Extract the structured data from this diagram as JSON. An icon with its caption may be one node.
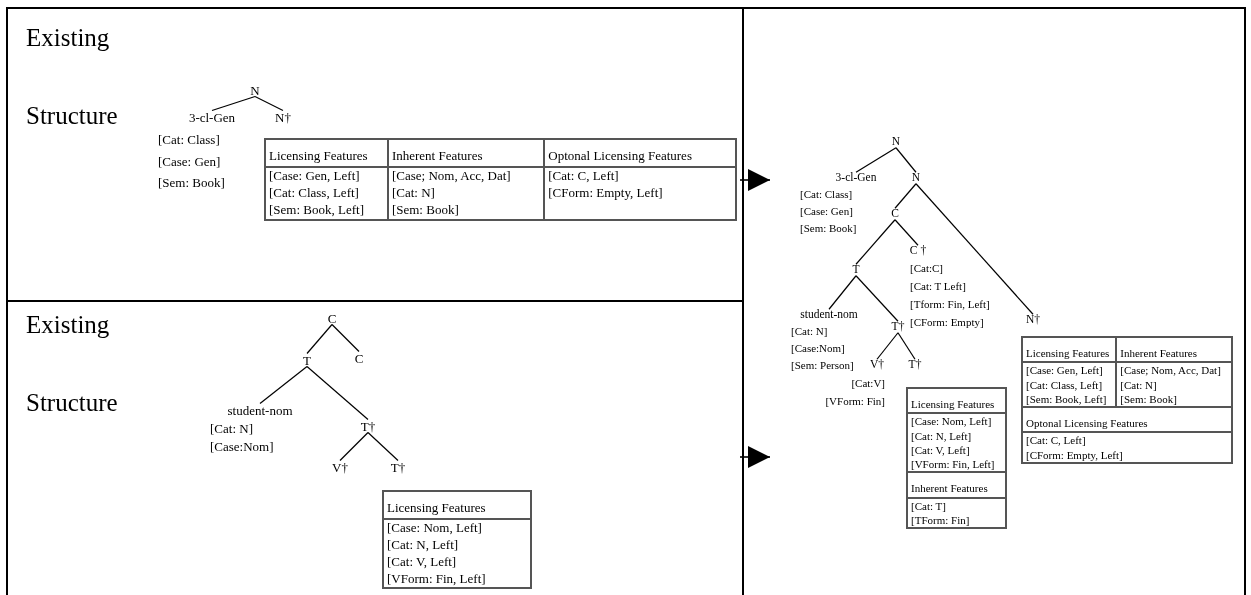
{
  "diagram": {
    "nodes": [
      {
        "text": [
          "Existing Structure"
        ]
      },
      {
        "text": [
          "N"
        ],
        "in": 0
      },
      {
        "text": [
          "3-cl-Gen"
        ],
        "in": 0,
        "beside": [
          "[Cat: Class]",
          "[Case: Gen]",
          "[Sem: Book]"
        ]
      },
      {
        "text": [
          "N†"
        ],
        "in": 0
      },
      {
        "text": [
          "Licensing Features",
          "[Case: Gen, Left]",
          "[Cat: Class, Left]",
          "[Sem: Book, Left]",
          "Inherent Features",
          "[Case; Nom, Acc, Dat]",
          "[Cat: N]",
          "[Sem: Book]",
          "Optonal Licensing Features",
          "[Cat: C, Left]",
          "[CForm: Empty, Left]"
        ],
        "in": 0
      },
      {
        "text": [
          "Existing Structure"
        ]
      },
      {
        "text": [
          "C"
        ],
        "in": 5
      },
      {
        "text": [
          "T"
        ],
        "in": 5
      },
      {
        "text": [
          "C"
        ],
        "in": 5
      },
      {
        "text": [
          "student-nom"
        ],
        "in": 5,
        "beside": [
          "[Cat: N]",
          "[Case:Nom]"
        ]
      },
      {
        "text": [
          "T†"
        ],
        "in": 5
      },
      {
        "text": [
          "V†"
        ],
        "in": 5
      },
      {
        "text": [
          "T†"
        ],
        "in": 5
      },
      {
        "text": [
          "Licensing Features",
          "[Case: Nom, Left]",
          "[Cat: N, Left]",
          "[Cat: V, Left]",
          "[VForm: Fin, Left]"
        ],
        "in": 5
      },
      {
        "text": [],
        "shape": "box"
      },
      {
        "text": [
          "N"
        ],
        "in": 14
      },
      {
        "text": [
          "3-cl-Gen"
        ],
        "in": 14,
        "beside": [
          "[Cat: Class]",
          "[Case: Gen]",
          "[Sem: Book]"
        ]
      },
      {
        "text": [
          "N"
        ],
        "in": 14
      },
      {
        "text": [
          "C"
        ],
        "in": 14
      },
      {
        "text": [
          "C †"
        ],
        "in": 14,
        "beside": [
          "[Cat:C]",
          "[Cat: T Left]",
          "[Tform: Fin, Left]",
          "[CForm: Empty]"
        ]
      },
      {
        "text": [
          "T"
        ],
        "in": 14
      },
      {
        "text": [
          "N†"
        ],
        "in": 14
      },
      {
        "text": [
          "student-nom"
        ],
        "in": 14,
        "beside": [
          "[Cat: N]",
          "[Case:Nom]",
          "[Sem: Person]"
        ]
      },
      {
        "text": [
          "T†"
        ],
        "in": 14
      },
      {
        "text": [
          "V†"
        ],
        "in": 14,
        "beside": [
          "[Cat:V]",
          "[VForm: Fin]"
        ]
      },
      {
        "text": [
          "T†"
        ],
        "in": 14
      },
      {
        "text": [
          "Licensing Features",
          "[Case: Nom, Left]",
          "[Cat: N, Left]",
          "[Cat: V, Left]",
          "[VForm: Fin, Left]",
          "Inherent Features",
          "[Cat: T]",
          "[TForm: Fin]"
        ],
        "in": 14
      },
      {
        "text": [
          "Licensing Features",
          "[Case: Gen, Left]",
          "[Cat: Class, Left]",
          "[Sem: Book, Left]",
          "Inherent Features",
          "[Case; Nom, Acc, Dat]",
          "[Cat: N]",
          "[Sem: Book]",
          "Optonal Licensing Features",
          "[Cat: C, Left]",
          "[CForm: Empty, Left]"
        ],
        "in": 14
      }
    ],
    "edges": [
      {
        "from": 1,
        "to": 2,
        "arrow": "none"
      },
      {
        "from": 1,
        "to": 3,
        "arrow": "none"
      },
      {
        "from": 6,
        "to": 7,
        "arrow": "none"
      },
      {
        "from": 6,
        "to": 8,
        "arrow": "none"
      },
      {
        "from": 7,
        "to": 9,
        "arrow": "none"
      },
      {
        "from": 7,
        "to": 10,
        "arrow": "none"
      },
      {
        "from": 10,
        "to": 11,
        "arrow": "none"
      },
      {
        "from": 10,
        "to": 12,
        "arrow": "none"
      },
      {
        "from": 15,
        "to": 16,
        "arrow": "none"
      },
      {
        "from": 15,
        "to": 17,
        "arrow": "none"
      },
      {
        "from": 17,
        "to": 18,
        "arrow": "none"
      },
      {
        "from": 17,
        "to": 21,
        "arrow": "none"
      },
      {
        "from": 18,
        "to": 20,
        "arrow": "none"
      },
      {
        "from": 18,
        "to": 19,
        "arrow": "none"
      },
      {
        "from": 20,
        "to": 22,
        "arrow": "none"
      },
      {
        "from": 20,
        "to": 23,
        "arrow": "none"
      },
      {
        "from": 23,
        "to": 24,
        "arrow": "none"
      },
      {
        "from": 23,
        "to": 25,
        "arrow": "none"
      },
      {
        "from": 0,
        "to": 14,
        "arrow": "to"
      },
      {
        "from": 5,
        "to": 14,
        "arrow": "to"
      }
    ]
  }
}
